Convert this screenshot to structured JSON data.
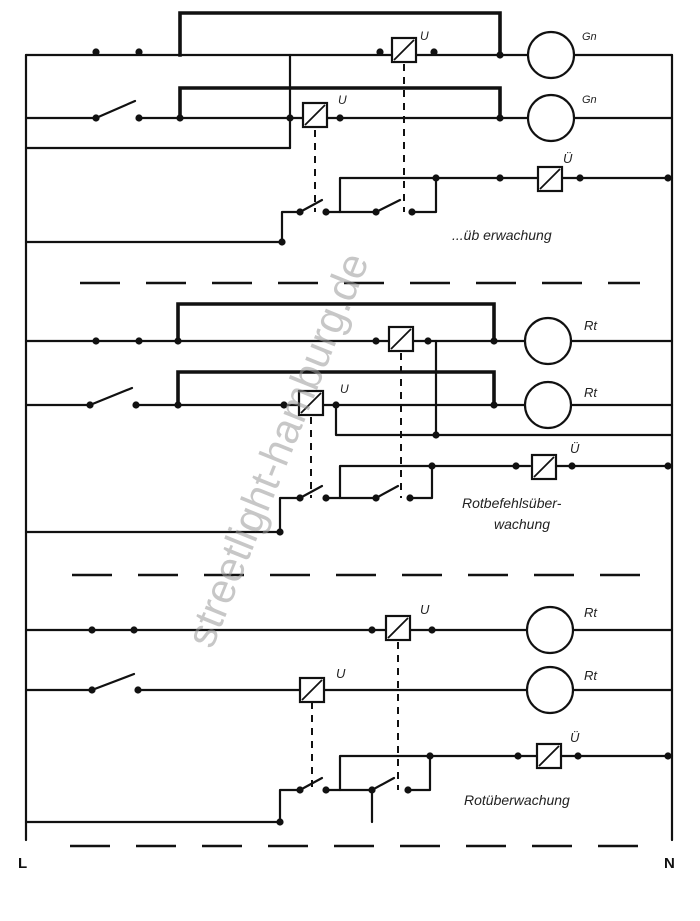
{
  "labels": {
    "gn1": "Gn",
    "gn2": "Gn",
    "rt1": "Rt",
    "rt2": "Rt",
    "rt3": "Rt",
    "rt4": "Rt",
    "u": "U",
    "u_umlaut": "Ü",
    "section1_caption": "...üb erwachung",
    "section2_caption_line1": "Rotbefehlsüber-",
    "section2_caption_line2": "wachung",
    "section3_caption": "Rotüberwachung",
    "terminal_left": "L",
    "terminal_right": "N"
  },
  "watermark": "streetlight-hamburg.de"
}
